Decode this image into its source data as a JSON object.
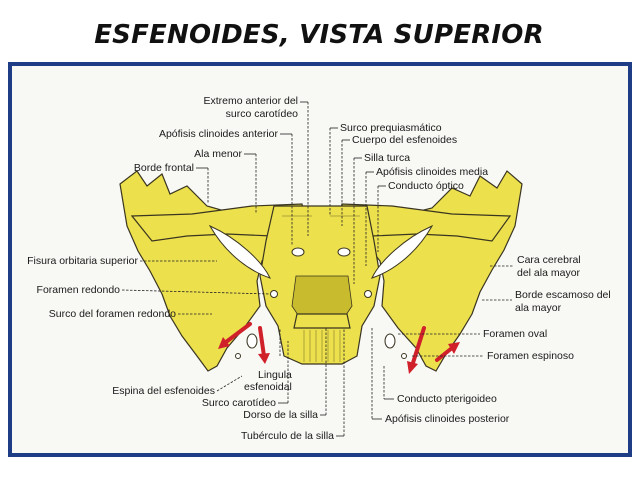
{
  "title": "ESFENOIDES, VISTA SUPERIOR",
  "labels": {
    "extremo_anterior": "Extremo anterior del",
    "surco_carotideo_top": "surco carotídeo",
    "apofisis_clinoides_anterior": "Apófisis clinoides anterior",
    "ala_menor": "Ala menor",
    "borde_frontal": "Borde frontal",
    "fisura_orbitaria": "Fisura orbitaria superior",
    "foramen_redondo": "Foramen redondo",
    "surco_foramen_redondo": "Surco del foramen redondo",
    "espina_esfenoides": "Espina del esfenoides",
    "lingula_1": "Lingula",
    "lingula_2": "esfenoidal",
    "surco_carotideo": "Surco carotídeo",
    "dorso_silla": "Dorso de la silla",
    "tuberculo_silla": "Tubérculo de la silla",
    "surco_prequiasmatico": "Surco prequiasmático",
    "cuerpo_esfenoides": "Cuerpo del esfenoides",
    "silla_turca": "Silla turca",
    "apofisis_clinoides_media": "Apófisis clinoides media",
    "conducto_optico": "Conducto óptico",
    "cara_cerebral_1": "Cara cerebral",
    "cara_cerebral_2": "del ala mayor",
    "borde_escamoso_1": "Borde escamoso del",
    "borde_escamoso_2": "ala mayor",
    "foramen_oval": "Foramen oval",
    "foramen_espinoso": "Foramen espinoso",
    "conducto_pterigoideo": "Conducto pterigoideo",
    "apofisis_clinoides_posterior": "Apófisis clinoides posterior"
  },
  "colors": {
    "frame": "#1f3d87",
    "bone": "#ece04d",
    "arrow": "#d0202a"
  }
}
